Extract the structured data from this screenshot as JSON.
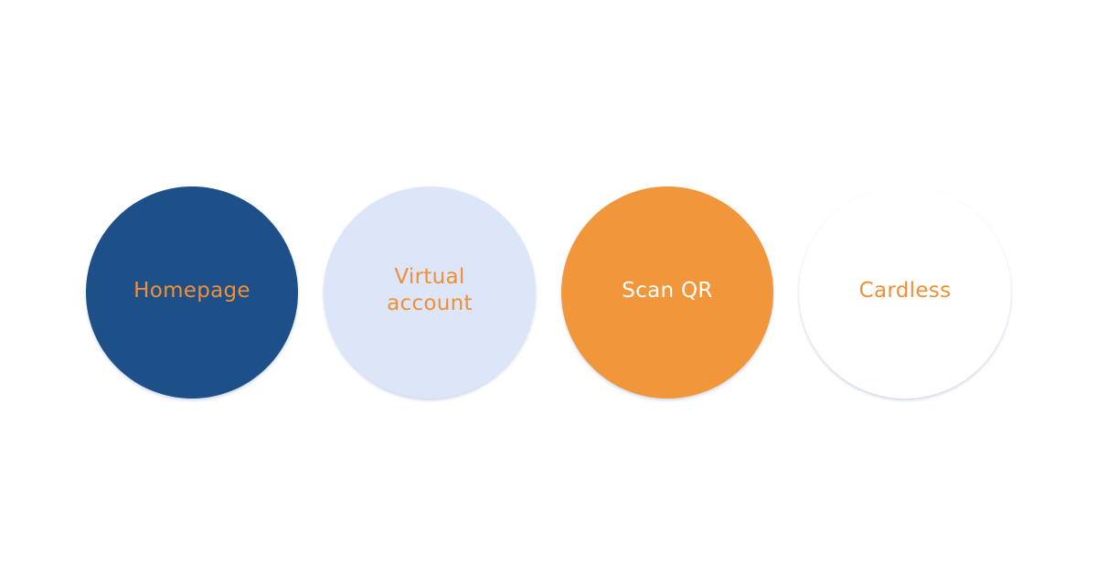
{
  "nodes": [
    {
      "label": "Homepage",
      "fill": "#1d5088",
      "text_color": "#ef8f36"
    },
    {
      "label": "Virtual\naccount",
      "fill": "#dde5f9",
      "text_color": "#ef8f36"
    },
    {
      "label": "Scan QR",
      "fill": "#f2963b",
      "text_color": "#ffffff"
    },
    {
      "label": "Cardless",
      "fill": "#ffffff",
      "text_color": "#ef8f36"
    }
  ]
}
